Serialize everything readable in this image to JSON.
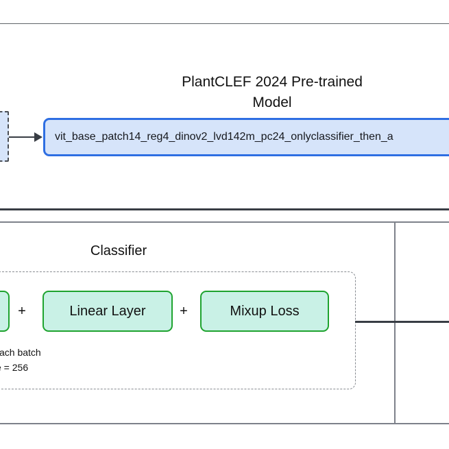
{
  "pretrained": {
    "title": "PlantCLEF 2024 Pre-trained\nModel",
    "model_name": "vit_base_patch14_reg4_dinov2_lvd142m_pc24_onlyclassifier_then_a"
  },
  "classifier": {
    "section_label": "Classifier",
    "plus_sign": "+",
    "boxes": [
      {
        "label": "Linear Layer"
      },
      {
        "label": "Mixup Loss"
      }
    ],
    "note_line1": "ach batch",
    "note_line2": "e = 256"
  },
  "colors": {
    "blue_box_fill": "#d6e4fa",
    "blue_box_border": "#2e6ee2",
    "green_box_fill": "#c9f1e6",
    "green_box_border": "#1ea32f",
    "line_dark": "#383d44",
    "line_gray": "#7d818a",
    "text": "#1a1a1a"
  }
}
